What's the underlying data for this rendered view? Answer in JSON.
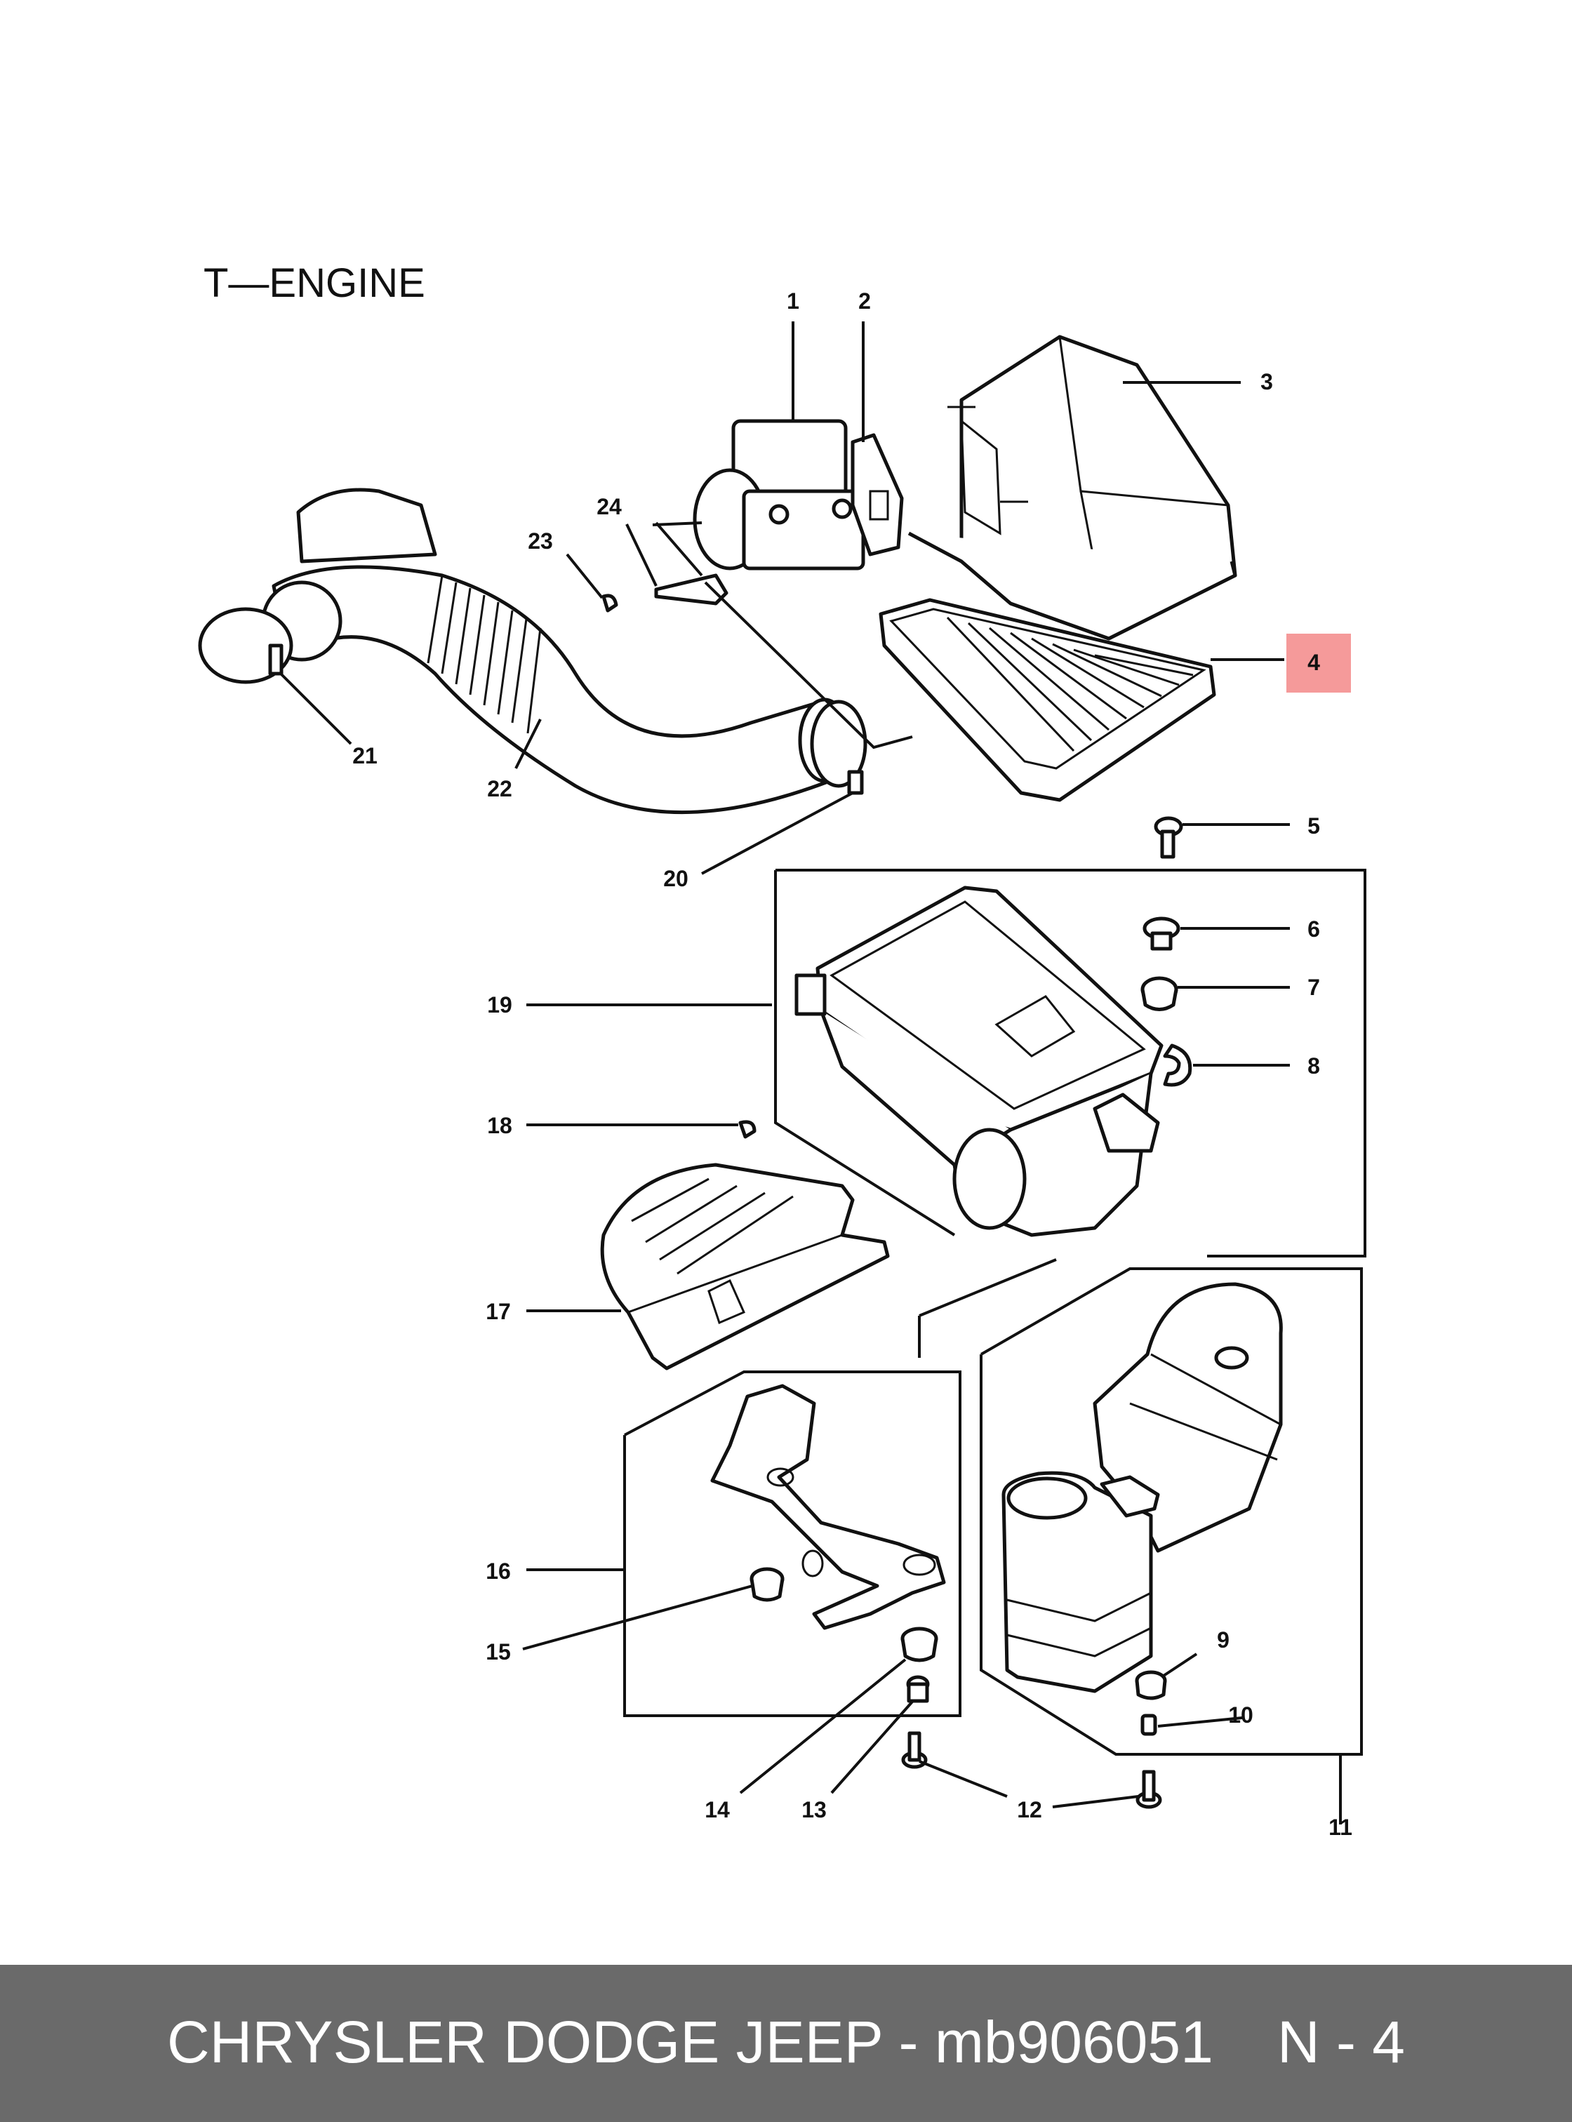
{
  "diagram": {
    "title": "T—ENGINE",
    "highlight_color": "#f59a9a",
    "highlighted_part": "4",
    "callouts": [
      "1",
      "2",
      "3",
      "4",
      "5",
      "6",
      "7",
      "8",
      "9",
      "10",
      "11",
      "12",
      "13",
      "14",
      "15",
      "16",
      "17",
      "18",
      "19",
      "20",
      "21",
      "22",
      "23",
      "24"
    ]
  },
  "footer": {
    "brand_line": "CHRYSLER DODGE JEEP - mb906051",
    "page_ref": "N - 4"
  }
}
